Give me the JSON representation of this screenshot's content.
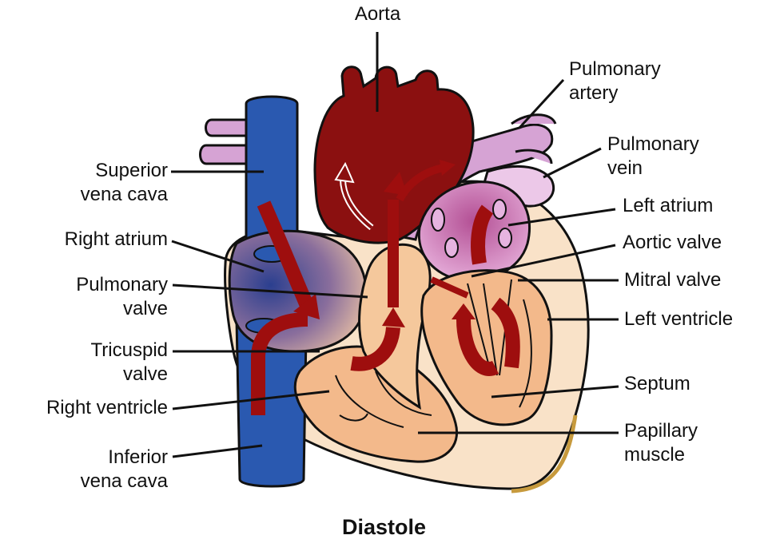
{
  "caption": "Diastole",
  "labels": {
    "aorta": "Aorta",
    "pulmonary_artery": [
      "Pulmonary",
      "artery"
    ],
    "pulmonary_vein": [
      "Pulmonary",
      "vein"
    ],
    "left_atrium": "Left atrium",
    "aortic_valve": "Aortic valve",
    "mitral_valve": "Mitral valve",
    "left_ventricle": "Left ventricle",
    "septum": "Septum",
    "papillary_muscle": [
      "Papillary",
      "muscle"
    ],
    "superior_vena_cava": [
      "Superior",
      "vena cava"
    ],
    "right_atrium": "Right atrium",
    "pulmonary_valve": [
      "Pulmonary",
      "valve"
    ],
    "tricuspid_valve": [
      "Tricuspid",
      "valve"
    ],
    "right_ventricle": "Right ventricle",
    "inferior_vena_cava": [
      "Inferior",
      "vena cava"
    ]
  },
  "colors": {
    "vena_cava": "#2a59b0",
    "aorta": "#8b1010",
    "pulmonary": "#d9a6d6",
    "heart_wall": "#f7d9bd",
    "chamber": "#f4c295",
    "flow_arrow": "#9e0e0e",
    "outline": "#111111"
  }
}
